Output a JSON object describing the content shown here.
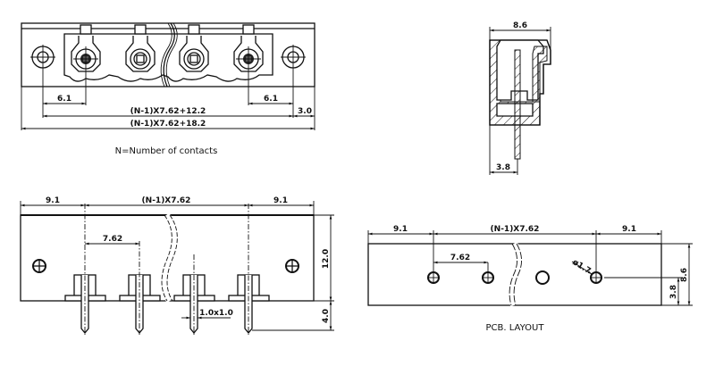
{
  "drawing": {
    "title": "Pluggable terminal block connector drawing",
    "views": {
      "top_view": {
        "dims": {
          "left_pitch": "6.1",
          "right_pitch": "6.1",
          "inner_span": "(N-1)X7.62+12.2",
          "outer_span": "(N-1)X7.62+18.2",
          "edge_offset": "3.0"
        },
        "note": "N=Number of contacts",
        "contacts": 4
      },
      "side_view": {
        "dims": {
          "width": "8.6",
          "pin_offset": "3.8"
        }
      },
      "front_view": {
        "dims": {
          "left_end": "9.1",
          "span": "(N-1)X7.62",
          "right_end": "9.1",
          "pitch": "7.62",
          "height": "12.0",
          "pin_length": "4.0",
          "pin_size": "1.0x1.0"
        },
        "contacts": 4
      },
      "pcb_layout": {
        "dims": {
          "left_end": "9.1",
          "span": "(N-1)X7.62",
          "right_end": "9.1",
          "pitch": "7.62",
          "hole_diameter": "ø1.7",
          "height": "8.6",
          "hole_offset": "3.8"
        },
        "caption": "PCB. LAYOUT"
      }
    }
  }
}
